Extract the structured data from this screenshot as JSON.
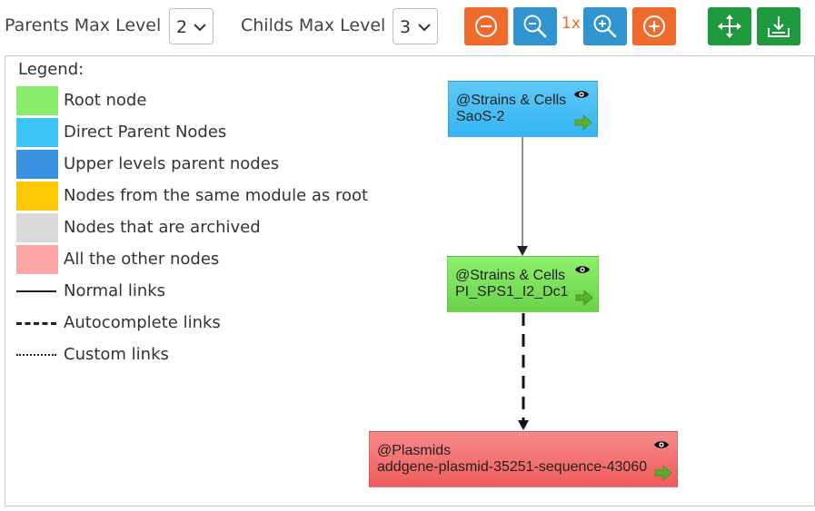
{
  "toolbar": {
    "parents_label": "Parents Max Level",
    "parents_value": "2",
    "childs_label": "Childs Max Level",
    "childs_value": "3",
    "zoom_level": "1x"
  },
  "legend": {
    "title": "Legend:",
    "items": [
      {
        "label": "Root node",
        "color": "#88ee6b"
      },
      {
        "label": "Direct Parent Nodes",
        "color": "#3cc4f7"
      },
      {
        "label": "Upper levels parent nodes",
        "color": "#3993e0"
      },
      {
        "label": "Nodes from the same module as root",
        "color": "#ffc804"
      },
      {
        "label": "Nodes that are archived",
        "color": "#d9d9d9"
      },
      {
        "label": "All the other nodes",
        "color": "#ffa7a7"
      },
      {
        "label": "Normal links",
        "line": "solid"
      },
      {
        "label": "Autocomplete links",
        "line": "dashed"
      },
      {
        "label": "Custom links",
        "line": "dotted"
      }
    ]
  },
  "graph": {
    "nodes": [
      {
        "module": "@Strains & Cells",
        "name": "SaoS-2",
        "kind": "direct-parent"
      },
      {
        "module": "@Strains & Cells",
        "name": "PI_SPS1_I2_Dc1",
        "kind": "root"
      },
      {
        "module": "@Plasmids",
        "name": "addgene-plasmid-35251-sequence-43060",
        "kind": "other"
      }
    ],
    "links": [
      {
        "from": "SaoS-2",
        "to": "PI_SPS1_I2_Dc1",
        "style": "solid"
      },
      {
        "from": "PI_SPS1_I2_Dc1",
        "to": "addgene-plasmid-35251-sequence-43060",
        "style": "dashed"
      }
    ]
  },
  "colors": {
    "orange_button": "#f06a2b",
    "blue_button": "#2f94cf",
    "green_button": "#1d9a3e"
  }
}
